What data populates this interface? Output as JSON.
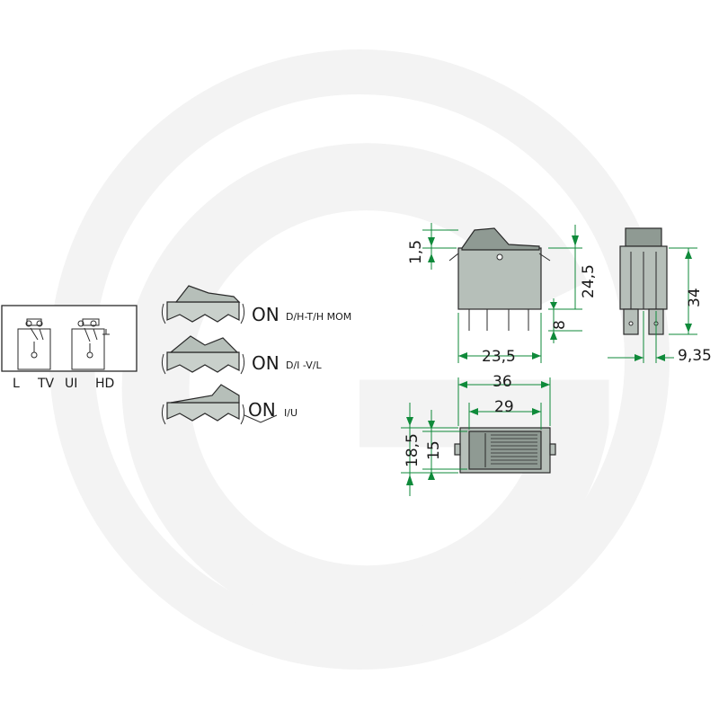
{
  "background": {
    "logo": "G",
    "color": "#f4f4f4"
  },
  "colors": {
    "accent": "#0f8a3a",
    "part": "#b6bfb9",
    "outline": "#2a2a2a"
  },
  "schematic": {
    "labels": [
      "L",
      "TV",
      "UI",
      "HD"
    ]
  },
  "rocker_types": [
    {
      "on": "ON",
      "code": "D/H-T/H MOM"
    },
    {
      "on": "ON",
      "code": "D/I -V/L"
    },
    {
      "on": "ON",
      "code": "I/U"
    }
  ],
  "dimensions": {
    "side_top": "1,5",
    "side_height": "24,5",
    "side_pins": "8",
    "side_width": "23,5",
    "front_height": "34",
    "front_tab": "9,35",
    "top_outer": "36",
    "top_inner": "29",
    "top_height_outer": "18,5",
    "top_height_inner": "15"
  }
}
